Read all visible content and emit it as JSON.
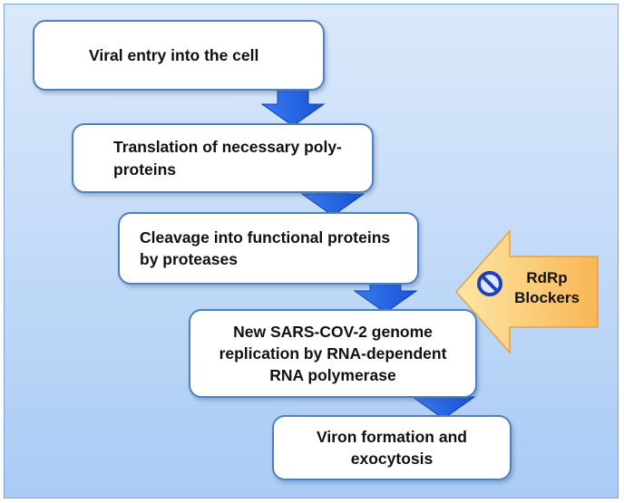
{
  "steps": [
    {
      "label": "Viral entry into the cell"
    },
    {
      "label_lines": [
        "Translation of necessary poly-",
        "proteins"
      ]
    },
    {
      "label_lines": [
        "Cleavage into functional proteins",
        "by proteases"
      ]
    },
    {
      "label_lines": [
        "New SARS-COV-2 genome",
        "replication by RNA-dependent",
        "RNA polymerase"
      ]
    },
    {
      "label_lines": [
        "Viron formation and",
        "exocytosis"
      ]
    }
  ],
  "blocker": {
    "label_lines": [
      "RdRp",
      "Blockers"
    ],
    "icon": "prohibition-icon"
  },
  "colors": {
    "flow_arrow": "#1a5fe6",
    "step_border": "#4f81bd",
    "blocker_arrow": "#fbc46a",
    "prohibition": "#1f3fbf"
  }
}
